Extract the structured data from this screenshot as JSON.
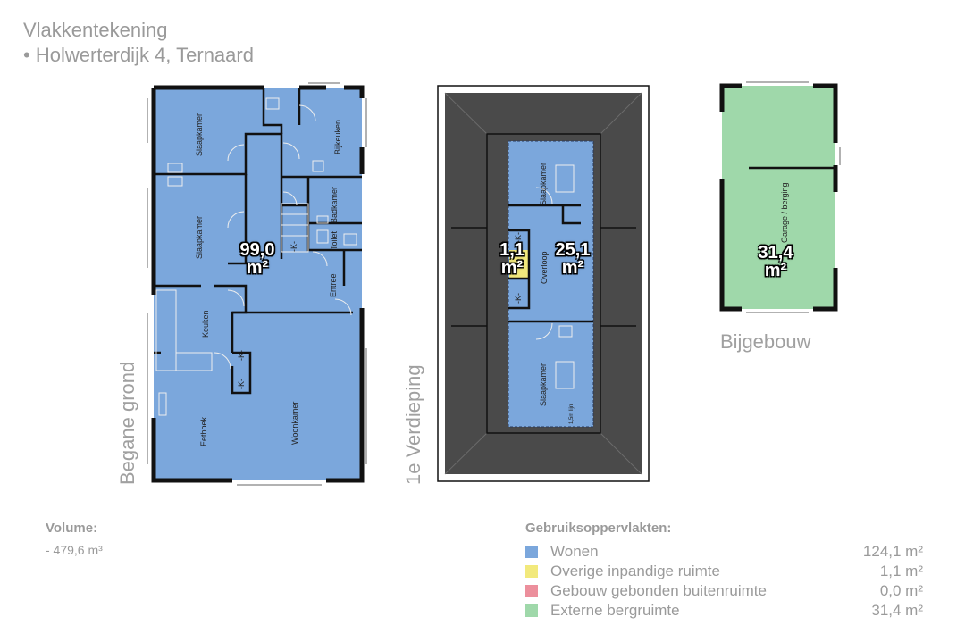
{
  "header": {
    "title": "Vlakkentekening",
    "address": "• Holwerterdijk 4, Ternaard"
  },
  "floors": {
    "ground": {
      "label": "Begane grond",
      "area": "99,0",
      "unit": "m²"
    },
    "first": {
      "label": "1e Verdieping",
      "area_small": "1,1",
      "area": "25,1",
      "unit": "m²"
    },
    "annex": {
      "label": "Bijgebouw",
      "area": "31,4",
      "unit": "m²"
    }
  },
  "rooms": {
    "slaapkamer": "Slaapkamer",
    "bijkeuken": "Bijkeuken",
    "badkamer": "Badkamer",
    "toilet": "Toilet",
    "entree": "Entree",
    "keuken": "Keuken",
    "eethoek": "Eethoek",
    "woonkamer": "Woonkamer",
    "overloop": "Overloop",
    "garage": "Garage / berging",
    "kast": "-K-",
    "height_line": "1,5m lijn"
  },
  "volume": {
    "label": "Volume:",
    "value": "- 479,6 m³"
  },
  "legend": {
    "title": "Gebruiksoppervlakten:",
    "items": [
      {
        "label": "Wonen",
        "value": "124,1 m²",
        "color": "#7ba7dc"
      },
      {
        "label": "Overige inpandige ruimte",
        "value": "1,1 m²",
        "color": "#f2e97c"
      },
      {
        "label": "Gebouw gebonden buitenruimte",
        "value": "0,0 m²",
        "color": "#ec8f9c"
      },
      {
        "label": "Externe bergruimte",
        "value": "31,4 m²",
        "color": "#9fd8aa"
      }
    ]
  },
  "colors": {
    "wonen": "#7ba7dc",
    "overig": "#f2e97c",
    "extern": "#9fd8aa",
    "roof": "#4a4a4a",
    "wall": "#111111"
  }
}
